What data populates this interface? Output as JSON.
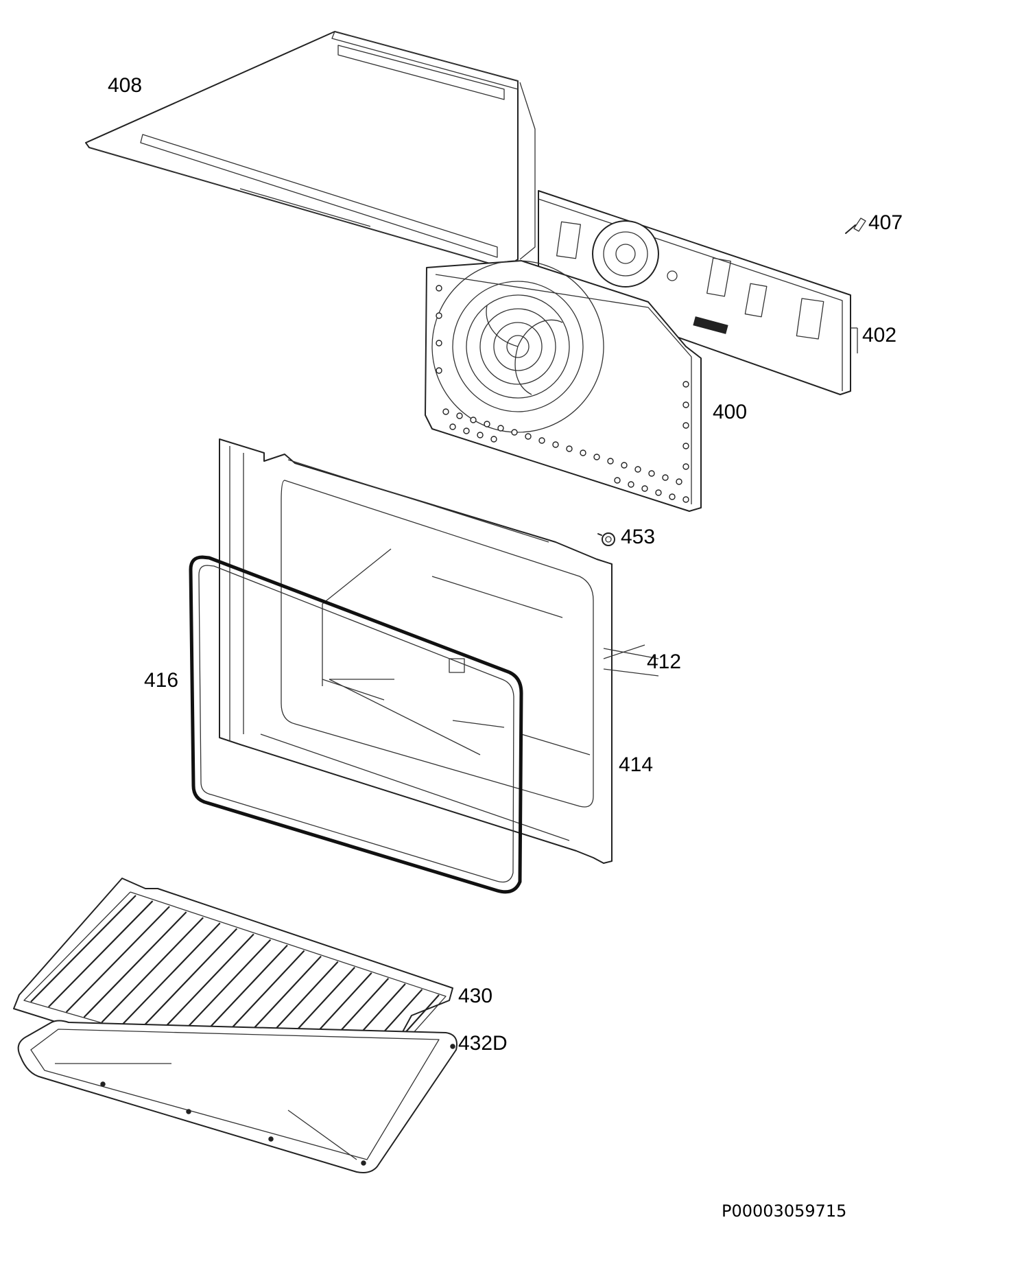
{
  "labels": {
    "p408": "408",
    "p407": "407",
    "p402": "402",
    "p400": "400",
    "p453": "453",
    "p412": "412",
    "p416": "416",
    "p414": "414",
    "p430": "430",
    "p432d": "432D"
  },
  "document_id": "P00003059715"
}
